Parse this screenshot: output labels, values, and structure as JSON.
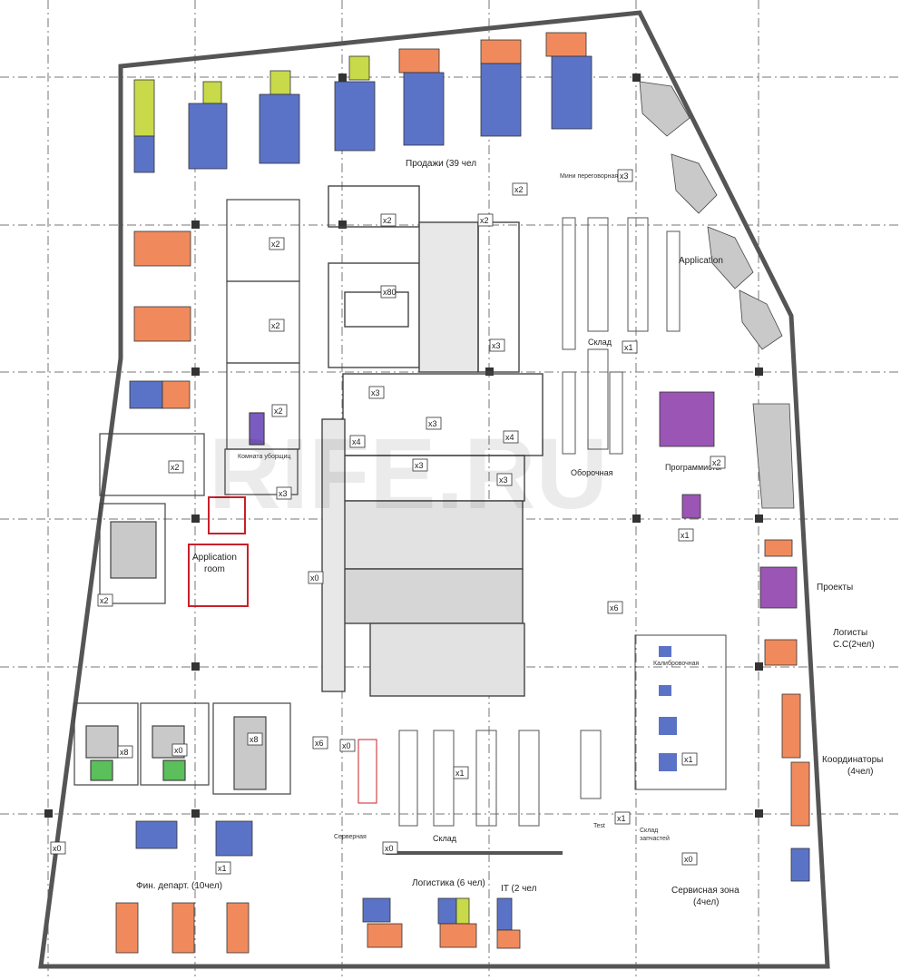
{
  "colors": {
    "sales": "#5b73c7",
    "accent_green": "#c8d94a",
    "orange": "#f08a5d",
    "purple": "#9a55b5",
    "grey": "#c9c9c9",
    "wall": "#555555",
    "red_outline": "#c8202a",
    "green_desk": "#5bbf5b"
  },
  "labels": {
    "sales": "Продажи (39 чел",
    "application": "Application",
    "sklad_top": "Склад",
    "sklad_bottom": "Склад",
    "programmers": "Программисты",
    "oborochnaya": "Оборочная",
    "komnata_uborschits": "Комната уборщиц",
    "application_room_1": "Application",
    "application_room_2": "room",
    "projects": "Проекты",
    "logists_1": "Логисты",
    "logists_2": "С.С(2чел)",
    "coordinators_1": "Координаторы",
    "coordinators_2": "(4чел)",
    "fin_depart": "Фин. департ. (10чел)",
    "logistics": "Логистика (6 чел)",
    "it": "IT (2 чел",
    "service_zone_1": "Сервисная зона",
    "service_zone_2": "(4чел)",
    "servernaya": "Серверная",
    "kalibrovochnaya": "Калибровочная",
    "test": "Test",
    "sklad_zapchastey_1": "Склад",
    "sklad_zapchastey_2": "запчастей",
    "mini_peregovornaya": "Мини переговорная"
  },
  "room_tags": [
    "x2",
    "x2",
    "x2",
    "x2",
    "x80",
    "x2",
    "x3",
    "x3",
    "x3",
    "x4",
    "x4",
    "x3",
    "x3",
    "x2",
    "x2",
    "x3",
    "x3",
    "x1",
    "x2",
    "x1",
    "x2",
    "x0",
    "x6",
    "x8",
    "x0",
    "x8",
    "x0",
    "x1",
    "x1",
    "x0",
    "x1",
    "x0",
    "x1",
    "x6",
    "x0"
  ],
  "watermark": "RIFE.RU"
}
